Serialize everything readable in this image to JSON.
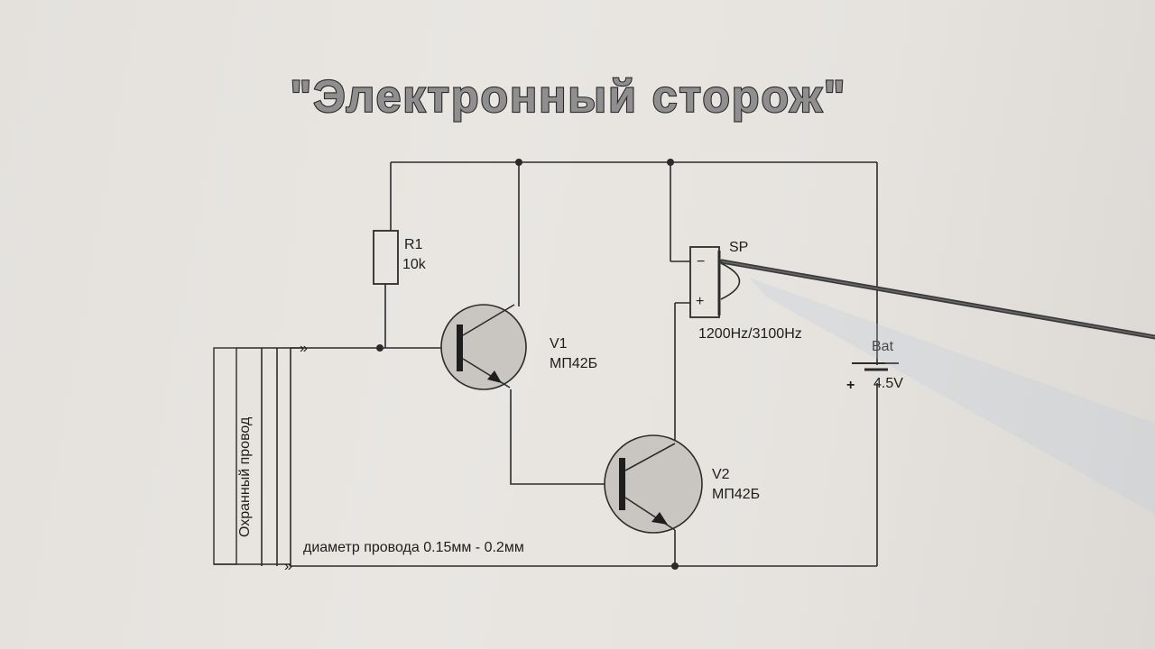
{
  "title": "\"Электронный  сторож\"",
  "components": {
    "r1": {
      "name": "R1",
      "value": "10k"
    },
    "v1": {
      "name": "V1",
      "model": "МП42Б"
    },
    "v2": {
      "name": "V2",
      "model": "МП42Б"
    },
    "sp": {
      "name": "SP",
      "freq": "1200Hz/3100Hz",
      "minus": "−",
      "plus": "+"
    },
    "bat": {
      "name": "Bat",
      "voltage": "4.5V",
      "plus": "+"
    }
  },
  "guard_wire": {
    "label": "Охранный провод"
  },
  "note": "диаметр провода 0.15мм - 0.2мм",
  "colors": {
    "ink": "#2b2b2b",
    "paper": "#e7e4e0",
    "title_fill": "#8f8f8f"
  }
}
